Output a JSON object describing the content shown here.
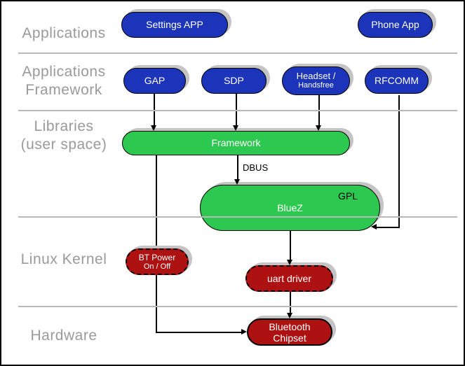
{
  "diagram_type": "software-stack-diagram",
  "topic": "Bluetooth stack (BlueZ) architecture",
  "colors": {
    "blue": "#1b34ba",
    "green": "#2dc850",
    "red": "#ae1111",
    "label_gray": "#9a9a9a",
    "divider": "#b9b9b9",
    "shadow": "#c4c4c4",
    "line": "#000000"
  },
  "layers": {
    "applications": {
      "line1": "Applications"
    },
    "applications_framework": {
      "line1": "Applications",
      "line2": "Framework"
    },
    "libraries": {
      "line1": "Libraries",
      "line2": "(user space)"
    },
    "linux_kernel": {
      "line1": "Linux Kernel"
    },
    "hardware": {
      "line1": "Hardware"
    }
  },
  "nodes": {
    "settings_app": {
      "label": "Settings APP",
      "color": "blue",
      "layer": "applications"
    },
    "phone_app": {
      "label": "Phone App",
      "color": "blue",
      "layer": "applications"
    },
    "gap": {
      "label": "GAP",
      "color": "blue",
      "layer": "applications_framework"
    },
    "sdp": {
      "label": "SDP",
      "color": "blue",
      "layer": "applications_framework"
    },
    "headset": {
      "line1": "Headset /",
      "line2": "Handsfree",
      "color": "blue",
      "layer": "applications_framework"
    },
    "rfcomm": {
      "label": "RFCOMM",
      "color": "blue",
      "layer": "applications_framework"
    },
    "framework": {
      "label": "Framework",
      "color": "green",
      "layer": "libraries"
    },
    "bluez": {
      "label": "BlueZ",
      "badge": "GPL",
      "color": "green",
      "layer": "libraries"
    },
    "bt_power": {
      "line1": "BT Power",
      "line2": "On / Off",
      "color": "red",
      "layer": "linux_kernel"
    },
    "uart_driver": {
      "label": "uart driver",
      "color": "red",
      "layer": "linux_kernel"
    },
    "bluetooth_chipset": {
      "line1": "Bluetooth",
      "line2": "Chipset",
      "color": "red",
      "layer": "hardware"
    }
  },
  "edges": {
    "dbus_label": "DBUS",
    "connections": [
      "GAP -> Framework",
      "SDP -> Framework",
      "Headset/Handsfree -> Framework",
      "Framework -> BlueZ (DBUS)",
      "Framework -> Bluetooth Chipset (via BT Power On/Off)",
      "RFCOMM -> BlueZ",
      "BlueZ -> uart driver",
      "uart driver -> Bluetooth Chipset"
    ]
  }
}
